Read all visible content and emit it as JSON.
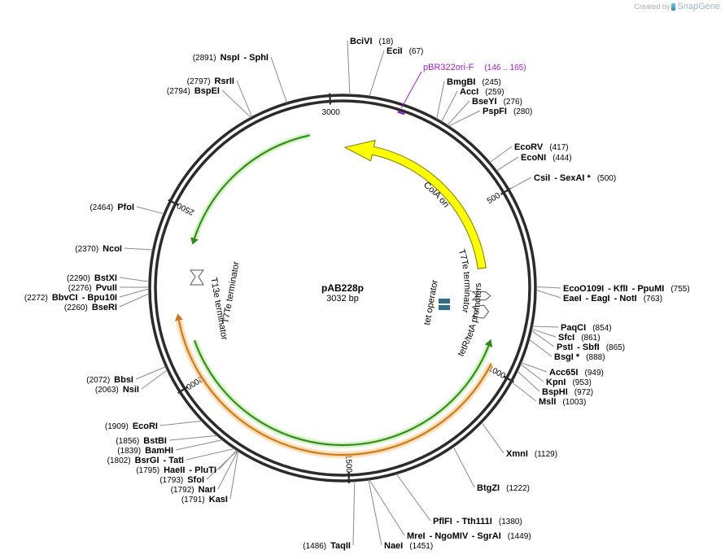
{
  "credit": {
    "prefix": "Created by",
    "brand": "SnapGene",
    "icon": "snapgene-logo-icon"
  },
  "plasmid": {
    "name": "pAB228p",
    "size_label": "3032 bp",
    "length": 3032
  },
  "colors": {
    "backbone": "#2b2b2b",
    "primer": "#a020c8",
    "cola_ori": "#ffff00",
    "green_feature": "#2f8a18",
    "orange_feature": "#c97a18",
    "operator": "#2f6f86"
  },
  "ticks": [
    {
      "label": "500",
      "bp": 500
    },
    {
      "label": "1000",
      "bp": 1000
    },
    {
      "label": "1500",
      "bp": 1500
    },
    {
      "label": "2000",
      "bp": 2000
    },
    {
      "label": "2500",
      "bp": 2500
    },
    {
      "label": "3000",
      "bp": 3000
    }
  ],
  "features": {
    "primer": {
      "label": "pBR322ori-F",
      "pos": "(146 .. 165)"
    },
    "cola_ori": {
      "label": "ColA ori"
    },
    "t7te_right": {
      "label": "T7Te terminator"
    },
    "t7te_left": {
      "label": "T7Te terminator"
    },
    "t13e_left": {
      "label": "T13e terminator"
    },
    "tet_operator": {
      "label": "tet operator"
    },
    "tetr_promoters": {
      "label": "tetR/tetA promoters"
    }
  },
  "sites": [
    {
      "id": "bcivi",
      "bp": 18,
      "segments": [
        {
          "t": "BciVI",
          "c": "enz"
        },
        {
          "t": "(18)",
          "c": "pos"
        }
      ]
    },
    {
      "id": "ecii",
      "bp": 67,
      "segments": [
        {
          "t": "EciI",
          "c": "enz"
        },
        {
          "t": "(67)",
          "c": "pos"
        }
      ]
    },
    {
      "id": "bmgbi",
      "bp": 245,
      "segments": [
        {
          "t": "BmgBI",
          "c": "enz"
        },
        {
          "t": "(245)",
          "c": "pos"
        }
      ]
    },
    {
      "id": "acci",
      "bp": 259,
      "segments": [
        {
          "t": "AccI",
          "c": "enz"
        },
        {
          "t": "(259)",
          "c": "pos"
        }
      ]
    },
    {
      "id": "bseyi",
      "bp": 276,
      "segments": [
        {
          "t": "BseYI",
          "c": "enz"
        },
        {
          "t": "(276)",
          "c": "pos"
        }
      ]
    },
    {
      "id": "pspfi",
      "bp": 280,
      "segments": [
        {
          "t": "PspFI",
          "c": "enz"
        },
        {
          "t": "(280)",
          "c": "pos"
        }
      ]
    },
    {
      "id": "ecorv",
      "bp": 417,
      "segments": [
        {
          "t": "EcoRV",
          "c": "enz"
        },
        {
          "t": "(417)",
          "c": "pos"
        }
      ]
    },
    {
      "id": "econi",
      "bp": 444,
      "segments": [
        {
          "t": "EcoNI",
          "c": "enz"
        },
        {
          "t": "(444)",
          "c": "pos"
        }
      ]
    },
    {
      "id": "csii",
      "bp": 500,
      "segments": [
        {
          "t": "CsiI",
          "c": "enz"
        },
        {
          "t": "- SexAI *",
          "c": "enz"
        },
        {
          "t": "(500)",
          "c": "pos"
        }
      ]
    },
    {
      "id": "ecoo109i",
      "bp": 755,
      "segments": [
        {
          "t": "EcoO109I",
          "c": "enz"
        },
        {
          "t": "- KflI",
          "c": "enz"
        },
        {
          "t": "- PpuMI",
          "c": "enz"
        },
        {
          "t": "(755)",
          "c": "pos"
        }
      ]
    },
    {
      "id": "eaei",
      "bp": 763,
      "segments": [
        {
          "t": "EaeI",
          "c": "enz"
        },
        {
          "t": "- EagI",
          "c": "enz"
        },
        {
          "t": "- NotI",
          "c": "enz"
        },
        {
          "t": "(763)",
          "c": "pos"
        }
      ]
    },
    {
      "id": "paqci",
      "bp": 854,
      "segments": [
        {
          "t": "PaqCI",
          "c": "enz"
        },
        {
          "t": "(854)",
          "c": "pos"
        }
      ]
    },
    {
      "id": "sfci",
      "bp": 861,
      "segments": [
        {
          "t": "SfcI",
          "c": "enz"
        },
        {
          "t": "(861)",
          "c": "pos"
        }
      ]
    },
    {
      "id": "psti",
      "bp": 865,
      "segments": [
        {
          "t": "PstI",
          "c": "enz"
        },
        {
          "t": "- SbfI",
          "c": "enz"
        },
        {
          "t": "(865)",
          "c": "pos"
        }
      ]
    },
    {
      "id": "bsgi",
      "bp": 888,
      "segments": [
        {
          "t": "BsgI *",
          "c": "enz"
        },
        {
          "t": "(888)",
          "c": "pos"
        }
      ]
    },
    {
      "id": "acc65i",
      "bp": 949,
      "segments": [
        {
          "t": "Acc65I",
          "c": "enz"
        },
        {
          "t": "(949)",
          "c": "pos"
        }
      ]
    },
    {
      "id": "kpni",
      "bp": 953,
      "segments": [
        {
          "t": "KpnI",
          "c": "enz"
        },
        {
          "t": "(953)",
          "c": "pos"
        }
      ]
    },
    {
      "id": "bsphi",
      "bp": 972,
      "segments": [
        {
          "t": "BspHI",
          "c": "enz"
        },
        {
          "t": "(972)",
          "c": "pos"
        }
      ]
    },
    {
      "id": "msli",
      "bp": 1003,
      "segments": [
        {
          "t": "MslI",
          "c": "enz"
        },
        {
          "t": "(1003)",
          "c": "pos"
        }
      ]
    },
    {
      "id": "xmni",
      "bp": 1129,
      "segments": [
        {
          "t": "XmnI",
          "c": "enz"
        },
        {
          "t": "(1129)",
          "c": "pos"
        }
      ]
    },
    {
      "id": "btgzi",
      "bp": 1222,
      "segments": [
        {
          "t": "BtgZI",
          "c": "enz"
        },
        {
          "t": "(1222)",
          "c": "pos"
        }
      ]
    },
    {
      "id": "pflfi",
      "bp": 1380,
      "segments": [
        {
          "t": "PflFI",
          "c": "enz"
        },
        {
          "t": "- Tth111I",
          "c": "enz"
        },
        {
          "t": "(1380)",
          "c": "pos"
        }
      ]
    },
    {
      "id": "mrei",
      "bp": 1449,
      "segments": [
        {
          "t": "MreI",
          "c": "enz"
        },
        {
          "t": "- NgoMIV",
          "c": "enz"
        },
        {
          "t": "- SgrAI",
          "c": "enz"
        },
        {
          "t": "(1449)",
          "c": "pos"
        }
      ]
    },
    {
      "id": "naei",
      "bp": 1451,
      "segments": [
        {
          "t": "NaeI",
          "c": "enz"
        },
        {
          "t": "(1451)",
          "c": "pos"
        }
      ]
    },
    {
      "id": "taqii",
      "bp": 1486,
      "segments": [
        {
          "t": "(1486)",
          "c": "pos"
        },
        {
          "t": "TaqII",
          "c": "enz"
        }
      ]
    },
    {
      "id": "kasi",
      "bp": 1791,
      "segments": [
        {
          "t": "(1791)",
          "c": "pos"
        },
        {
          "t": "KasI",
          "c": "enz"
        }
      ]
    },
    {
      "id": "nari",
      "bp": 1792,
      "segments": [
        {
          "t": "(1792)",
          "c": "pos"
        },
        {
          "t": "NarI",
          "c": "enz"
        }
      ]
    },
    {
      "id": "sfoi",
      "bp": 1793,
      "segments": [
        {
          "t": "(1793)",
          "c": "pos"
        },
        {
          "t": "SfoI",
          "c": "enz"
        }
      ]
    },
    {
      "id": "haeii",
      "bp": 1795,
      "segments": [
        {
          "t": "(1795)",
          "c": "pos"
        },
        {
          "t": "HaeII",
          "c": "enz"
        },
        {
          "t": "- PluTI",
          "c": "enz"
        }
      ]
    },
    {
      "id": "bsrgi",
      "bp": 1802,
      "segments": [
        {
          "t": "(1802)",
          "c": "pos"
        },
        {
          "t": "BsrGI",
          "c": "enz"
        },
        {
          "t": "- TatI",
          "c": "enz"
        }
      ]
    },
    {
      "id": "bamhi",
      "bp": 1839,
      "segments": [
        {
          "t": "(1839)",
          "c": "pos"
        },
        {
          "t": "BamHI",
          "c": "enz"
        }
      ]
    },
    {
      "id": "bstbi",
      "bp": 1856,
      "segments": [
        {
          "t": "(1856)",
          "c": "pos"
        },
        {
          "t": "BstBI",
          "c": "enz"
        }
      ]
    },
    {
      "id": "ecori",
      "bp": 1909,
      "segments": [
        {
          "t": "(1909)",
          "c": "pos"
        },
        {
          "t": "EcoRI",
          "c": "enz"
        }
      ]
    },
    {
      "id": "nsii",
      "bp": 2063,
      "segments": [
        {
          "t": "(2063)",
          "c": "pos"
        },
        {
          "t": "NsiI",
          "c": "enz"
        }
      ]
    },
    {
      "id": "bbsi",
      "bp": 2072,
      "segments": [
        {
          "t": "(2072)",
          "c": "pos"
        },
        {
          "t": "BbsI",
          "c": "enz"
        }
      ]
    },
    {
      "id": "bseri",
      "bp": 2260,
      "segments": [
        {
          "t": "(2260)",
          "c": "pos"
        },
        {
          "t": "BseRI",
          "c": "enz"
        }
      ]
    },
    {
      "id": "bbvci",
      "bp": 2272,
      "segments": [
        {
          "t": "(2272)",
          "c": "pos"
        },
        {
          "t": "BbvCI",
          "c": "enz"
        },
        {
          "t": "- Bpu10I",
          "c": "enz"
        }
      ]
    },
    {
      "id": "pvuii",
      "bp": 2276,
      "segments": [
        {
          "t": "(2276)",
          "c": "pos"
        },
        {
          "t": "PvuII",
          "c": "enz"
        }
      ]
    },
    {
      "id": "bstxi",
      "bp": 2290,
      "segments": [
        {
          "t": "(2290)",
          "c": "pos"
        },
        {
          "t": "BstXI",
          "c": "enz"
        }
      ]
    },
    {
      "id": "ncoi",
      "bp": 2370,
      "segments": [
        {
          "t": "(2370)",
          "c": "pos"
        },
        {
          "t": "NcoI",
          "c": "enz"
        }
      ]
    },
    {
      "id": "pfoi",
      "bp": 2464,
      "segments": [
        {
          "t": "(2464)",
          "c": "pos"
        },
        {
          "t": "PfoI",
          "c": "enz"
        }
      ]
    },
    {
      "id": "bspei",
      "bp": 2794,
      "segments": [
        {
          "t": "(2794)",
          "c": "pos"
        },
        {
          "t": "BspEI",
          "c": "enz"
        }
      ]
    },
    {
      "id": "rsrii",
      "bp": 2797,
      "segments": [
        {
          "t": "(2797)",
          "c": "pos"
        },
        {
          "t": "RsrII",
          "c": "enz"
        }
      ]
    },
    {
      "id": "nspi",
      "bp": 2891,
      "segments": [
        {
          "t": "(2891)",
          "c": "pos"
        },
        {
          "t": "NspI",
          "c": "enz"
        },
        {
          "t": "- SphI",
          "c": "enz"
        }
      ]
    }
  ]
}
